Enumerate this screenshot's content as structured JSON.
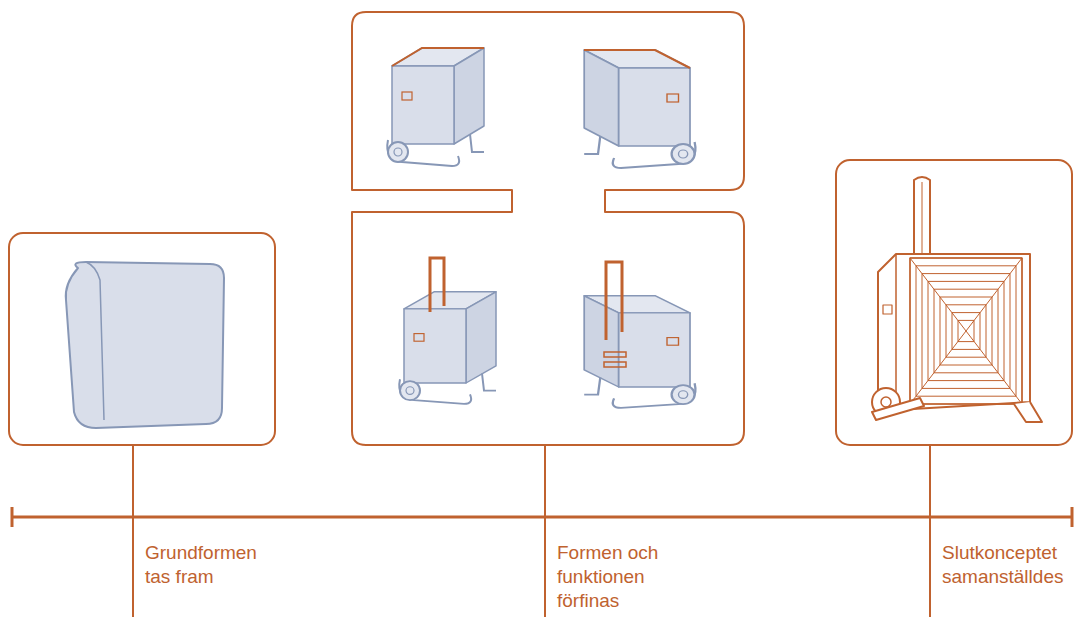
{
  "diagram": {
    "labels": [
      "Grundformen tas fram",
      "Formen och funktionen förfinas",
      "Slutkonceptet samanställdes"
    ]
  }
}
